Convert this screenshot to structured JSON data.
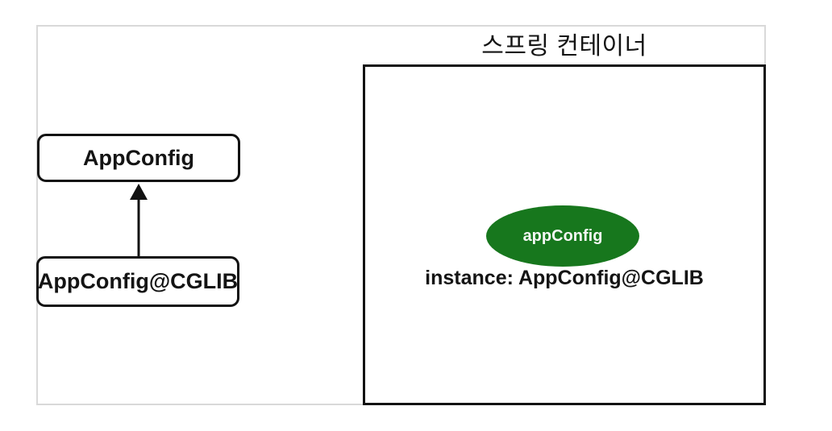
{
  "diagram": {
    "container_title": "스프링 컨테이너",
    "class_box_label": "AppConfig",
    "subclass_box_label": "AppConfig@CGLIB",
    "bean_label": "appConfig",
    "instance_label": "instance: AppConfig@CGLIB",
    "colors": {
      "bean_fill": "#17771d",
      "outer_frame_border": "#d9d9d9",
      "shape_border": "#121212"
    }
  }
}
